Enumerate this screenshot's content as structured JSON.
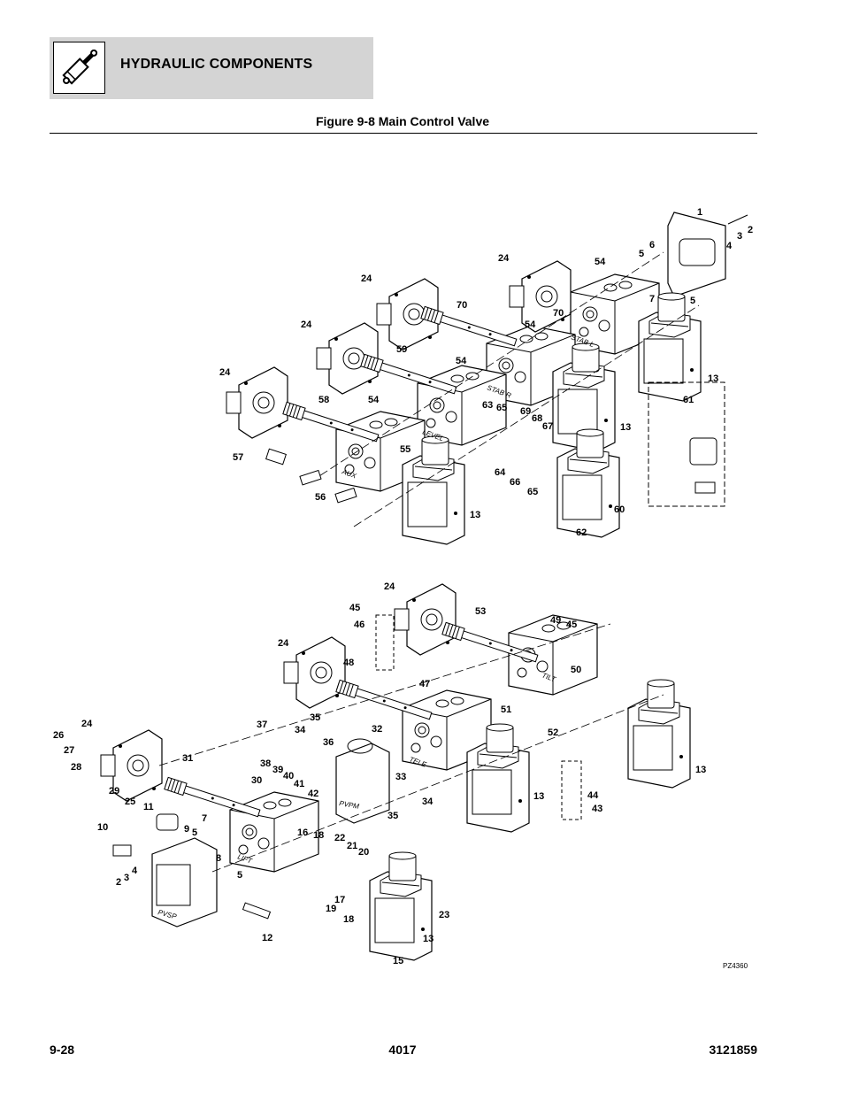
{
  "header": {
    "section_title": "HYDRAULIC COMPONENTS",
    "icon": "hydraulic-cylinder-icon"
  },
  "figure": {
    "title": "Figure 9-8 Main Control Valve",
    "drawing_id": "PZ4360",
    "section_labels": [
      "STAB L",
      "STAB R",
      "LEVEL",
      "AUX",
      "TILT",
      "TELE",
      "PVPM",
      "LIFT",
      "PVSP"
    ],
    "callouts": [
      "1",
      "2",
      "3",
      "4",
      "5",
      "6",
      "5",
      "7",
      "24",
      "54",
      "70",
      "24",
      "70",
      "54",
      "24",
      "59",
      "54",
      "13",
      "24",
      "58",
      "54",
      "63",
      "65",
      "69",
      "68",
      "67",
      "13",
      "61",
      "57",
      "55",
      "64",
      "66",
      "65",
      "60",
      "56",
      "13",
      "62",
      "24",
      "53",
      "45",
      "49",
      "45",
      "46",
      "50",
      "24",
      "48",
      "47",
      "51",
      "52",
      "13",
      "37",
      "35",
      "34",
      "26",
      "24",
      "27",
      "28",
      "36",
      "32",
      "31",
      "38",
      "39",
      "40",
      "41",
      "33",
      "42",
      "29",
      "25",
      "30",
      "34",
      "13",
      "44",
      "43",
      "35",
      "11",
      "9",
      "10",
      "7",
      "5",
      "16",
      "18",
      "22",
      "21",
      "20",
      "8",
      "5",
      "2",
      "3",
      "4",
      "17",
      "19",
      "18",
      "23",
      "13",
      "12",
      "15"
    ]
  },
  "footer": {
    "page_number": "9-28",
    "model": "4017",
    "manual_number": "3121859"
  }
}
